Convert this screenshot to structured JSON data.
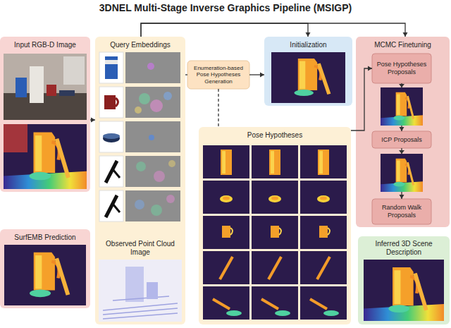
{
  "diagram": {
    "title": "3DNEL Multi-Stage Inverse Graphics Pipeline (MSIGP)",
    "nodes": [
      {
        "text": [
          "Input RGB-D Image"
        ]
      },
      {
        "text": [
          "SurfEMB Prediction"
        ]
      },
      {
        "text": [
          "Query Embeddings",
          "Observed Point Cloud Image"
        ]
      },
      {
        "text": [
          "Enumeration-based Pose Hypotheses Generation"
        ]
      },
      {
        "text": [
          "Initialization"
        ]
      },
      {
        "text": [
          "Pose Hypotheses"
        ]
      },
      {
        "text": [
          "MCMC Finetuning"
        ]
      },
      {
        "text": [
          "Pose Hypotheses Proposals"
        ],
        "in": 6
      },
      {
        "text": [
          "ICP Proposals"
        ],
        "in": 6
      },
      {
        "text": [
          "Random Walk Proposals"
        ],
        "in": 6
      },
      {
        "text": [
          "Inferred 3D Scene Description"
        ]
      }
    ],
    "edges": [
      {
        "from": 0,
        "to": 2,
        "arrow": "to"
      },
      {
        "from": 2,
        "to": 3,
        "arrow": "none"
      },
      {
        "from": 3,
        "to": 4,
        "arrow": "to"
      },
      {
        "from": 3,
        "to": 5,
        "arrow": "none"
      },
      {
        "from": 2,
        "to": 4,
        "arrow": "to"
      },
      {
        "from": 2,
        "to": 6,
        "arrow": "to"
      },
      {
        "from": 5,
        "to": 7,
        "arrow": "to"
      },
      {
        "from": 7,
        "to": 8,
        "arrow": "to"
      },
      {
        "from": 8,
        "to": 9,
        "arrow": "to"
      }
    ]
  }
}
